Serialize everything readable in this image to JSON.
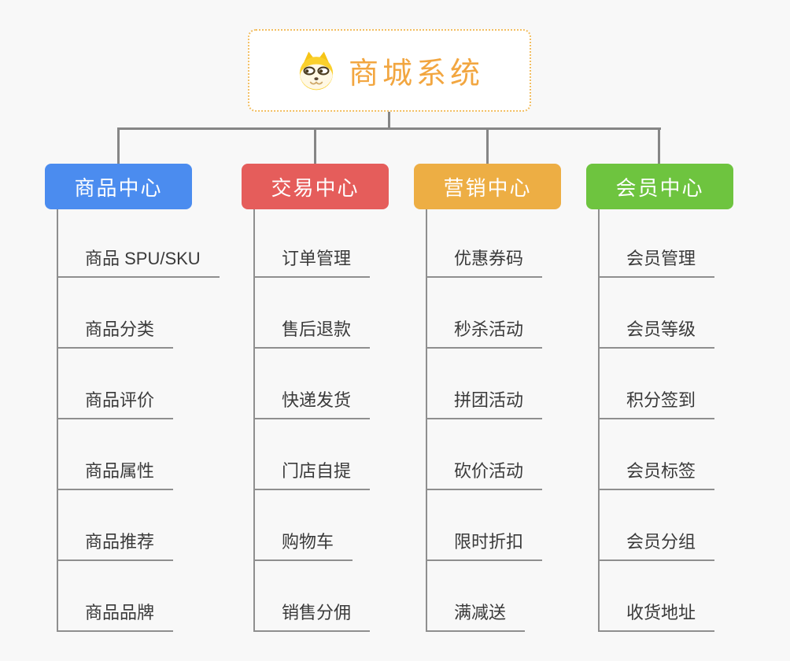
{
  "background_color": "#f8f8f8",
  "connector_color": "#868686",
  "underline_color": "#8f8f8f",
  "root": {
    "title": "商城系统",
    "title_color": "#f2a640",
    "border_color": "#f2be62",
    "icon": "shiba-dog-icon"
  },
  "branches": [
    {
      "label": "商品中心",
      "color": "#4b8cef",
      "items": [
        "商品 SPU/SKU",
        "商品分类",
        "商品评价",
        "商品属性",
        "商品推荐",
        "商品品牌"
      ]
    },
    {
      "label": "交易中心",
      "color": "#e55d5b",
      "items": [
        "订单管理",
        "售后退款",
        "快递发货",
        "门店自提",
        "购物车",
        "销售分佣"
      ]
    },
    {
      "label": "营销中心",
      "color": "#edae44",
      "items": [
        "优惠券码",
        "秒杀活动",
        "拼团活动",
        "砍价活动",
        "限时折扣",
        "满减送"
      ]
    },
    {
      "label": "会员中心",
      "color": "#6ec43f",
      "items": [
        "会员管理",
        "会员等级",
        "积分签到",
        "会员标签",
        "会员分组",
        "收货地址"
      ]
    }
  ]
}
